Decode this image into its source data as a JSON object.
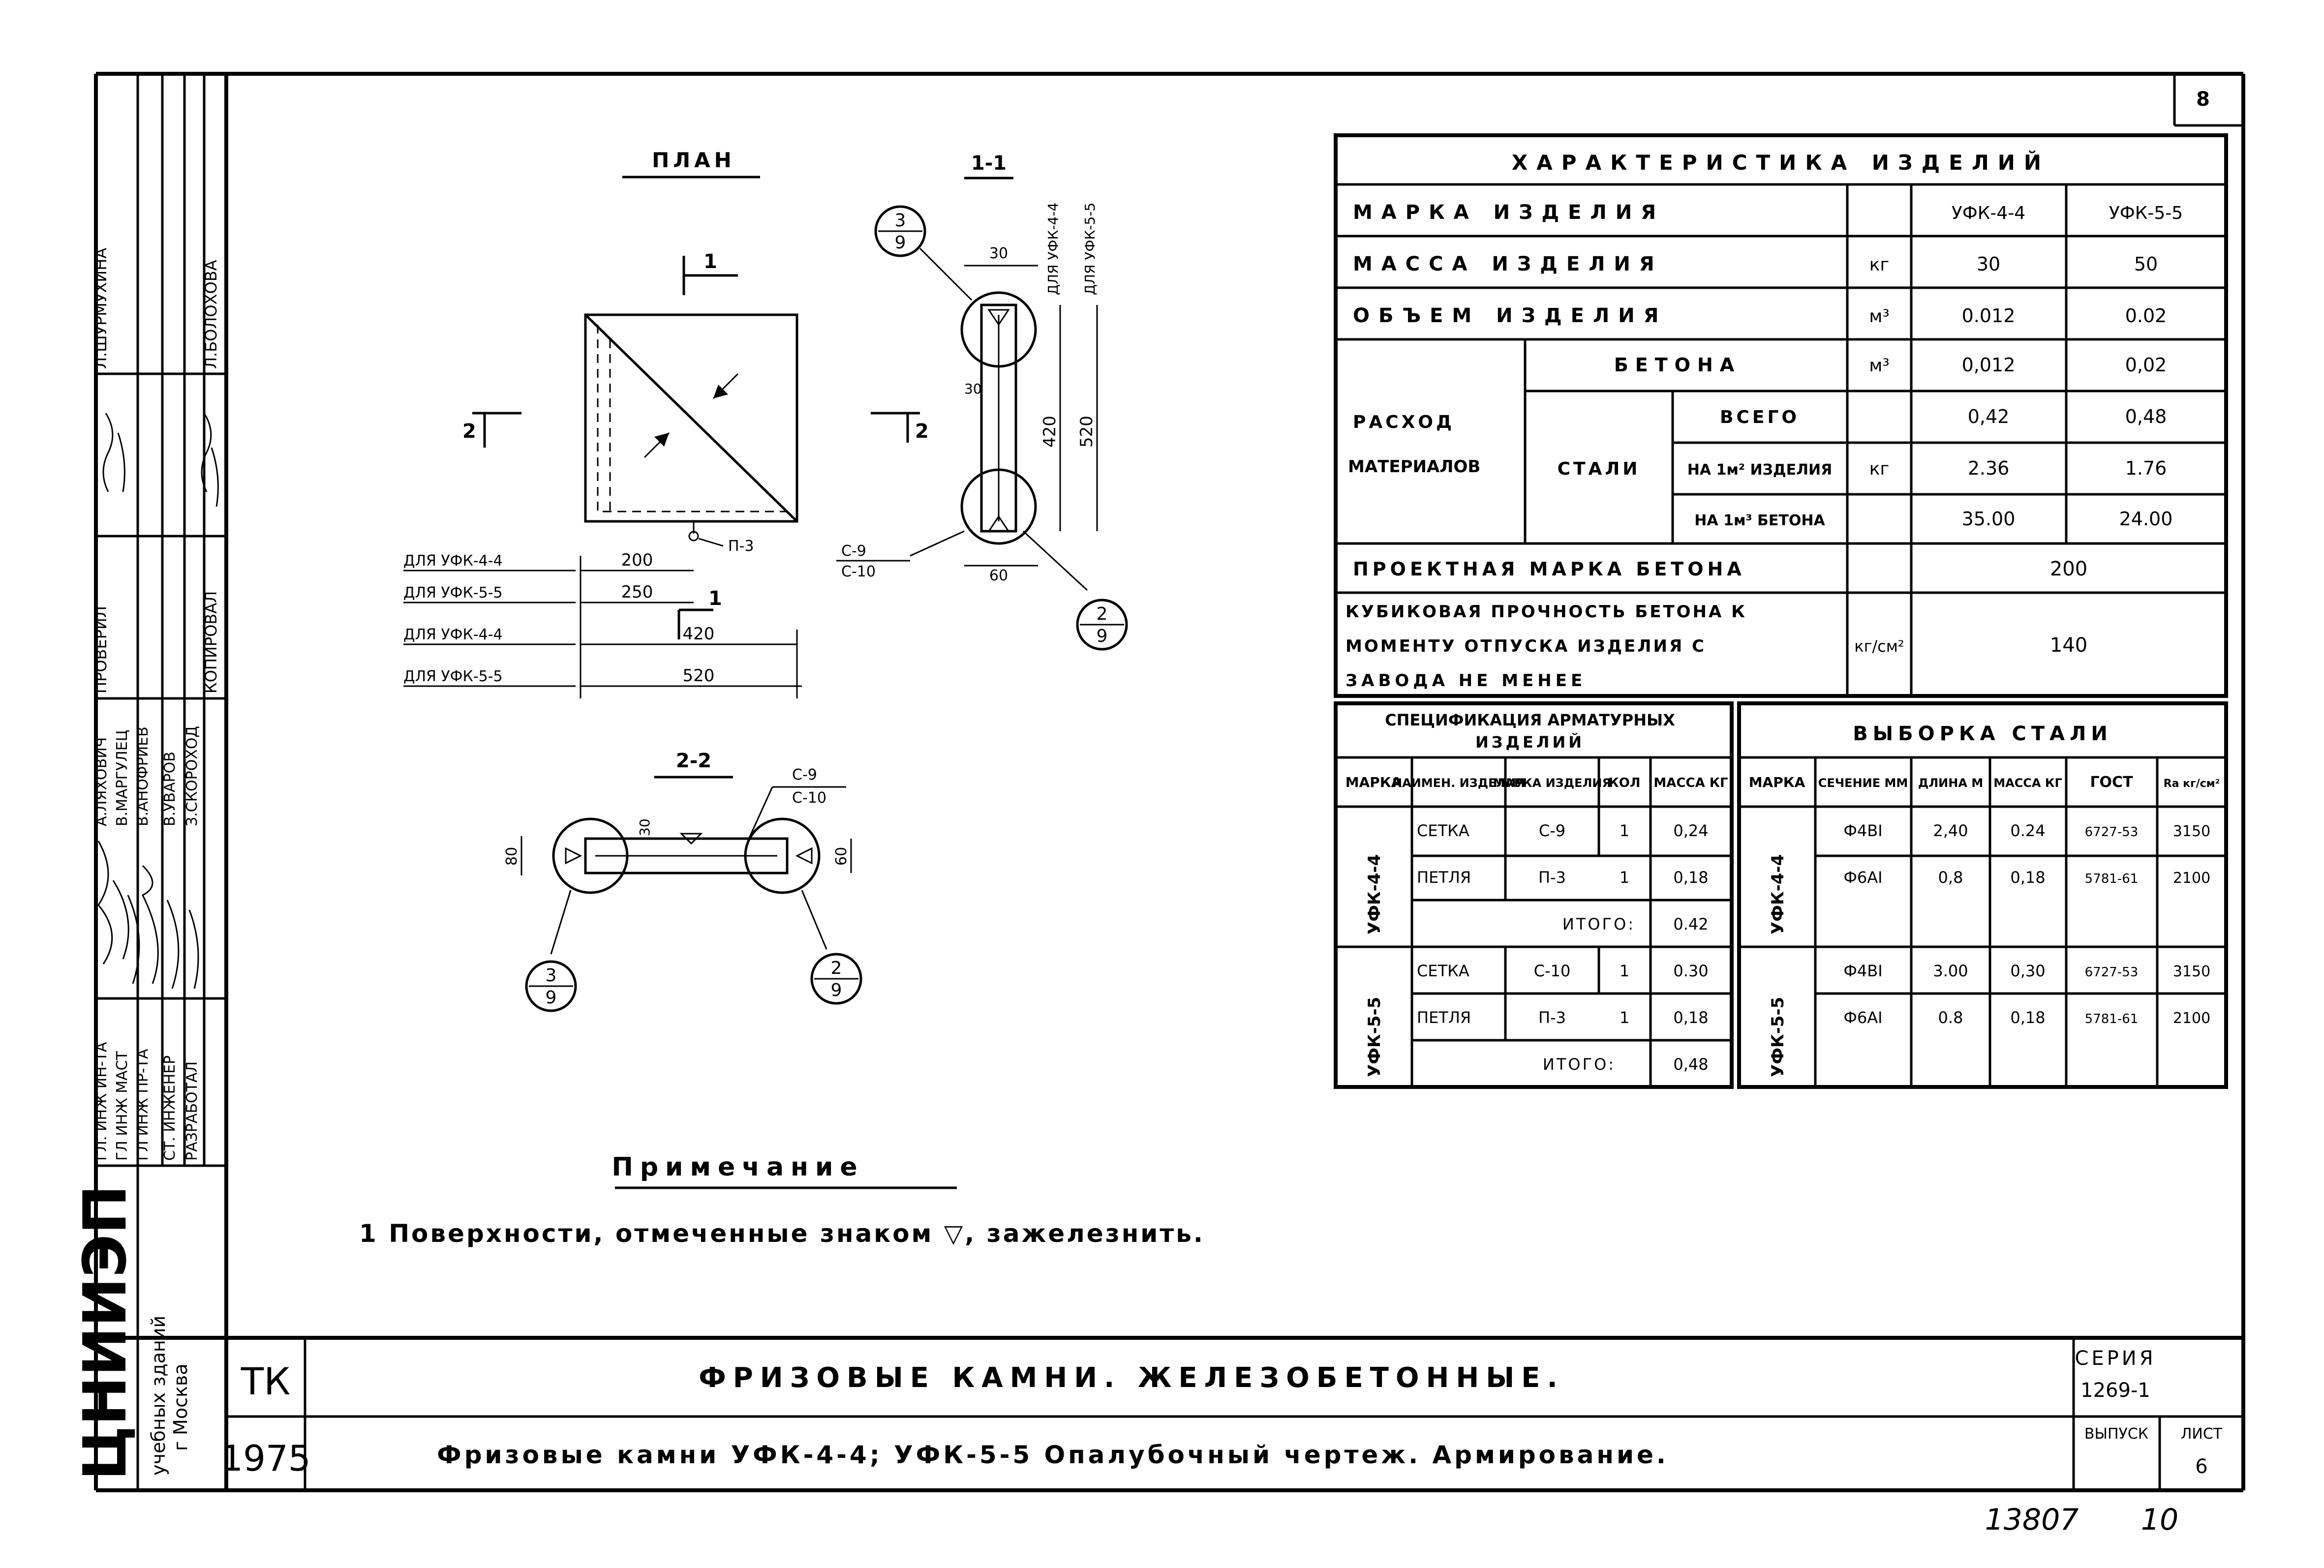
{
  "sheet_number": "8",
  "stamp": {
    "org_line1": "ЦНИИЭП",
    "org_line2": "учебных зданий",
    "org_line3": "г Москва",
    "roles": [
      "ГЛ. ИНЖ ИН-ТА",
      "ГЛ ИНЖ МАСТ",
      "ГЛ ИНЖ ПР-ТА",
      "СТ. ИНЖЕНЕР",
      "РАЗРАБОТАЛ"
    ],
    "names": [
      "А.ЛЯХОВИЧ",
      "В.МАРГУЛЕЦ",
      "В.АНОФРИЕВ",
      "В.УВАРОВ",
      "З.СКОРОХОД"
    ],
    "checked_label": "ПРОВЕРИЛ",
    "checked_name": "Л.ШУРМУХИНА",
    "copied_label": "КОПИРОВАЛ",
    "copied_name": "Л.БОЛОХОВА"
  },
  "drawings": {
    "plan_title": "ПЛАН",
    "section11_title": "1-1",
    "section22_title": "2-2",
    "cut1": "1",
    "cut2": "2",
    "loop_label": "П-3",
    "mesh_label1": "С-9",
    "mesh_label2": "С-10",
    "for_ufk44": "ДЛЯ УФК-4-4",
    "for_ufk55": "ДЛЯ УФК-5-5",
    "dims": {
      "d200": "200",
      "d250": "250",
      "d420": "420",
      "d520": "520",
      "d30": "30",
      "d60": "60",
      "d80": "80"
    },
    "callout_top": "3",
    "callout_bottom": "9",
    "callout2_top": "2",
    "callout2_bottom": "9"
  },
  "char_table": {
    "title": "ХАРАКТЕРИСТИКА ИЗДЕЛИЙ",
    "rows": {
      "mark_label": "МАРКА ИЗДЕЛИЯ",
      "mark_a": "УФК-4-4",
      "mark_b": "УФК-5-5",
      "mass_label": "МАССА ИЗДЕЛИЯ",
      "mass_unit": "кг",
      "mass_a": "30",
      "mass_b": "50",
      "volume_label": "ОБЪЕМ ИЗДЕЛИЯ",
      "volume_unit": "м³",
      "volume_a": "0.012",
      "volume_b": "0.02",
      "consumption_label1": "РАСХОД",
      "consumption_label2": "МАТЕРИАЛОВ",
      "concrete_label": "БЕТОНА",
      "concrete_unit": "м³",
      "concrete_a": "0,012",
      "concrete_b": "0,02",
      "steel_label": "СТАЛИ",
      "steel_total_label": "ВСЕГО",
      "steel_unit": "кг",
      "steel_total_a": "0,42",
      "steel_total_b": "0,48",
      "per_m2_label": "НА 1м² ИЗДЕЛИЯ",
      "per_m2_a": "2.36",
      "per_m2_b": "1.76",
      "per_m3_label": "НА 1м³ БЕТОНА",
      "per_m3_a": "35.00",
      "per_m3_b": "24.00",
      "design_grade_label": "ПРОЕКТНАЯ МАРКА БЕТОНА",
      "design_grade_value": "200",
      "cube_label1": "КУБИКОВАЯ ПРОЧНОСТЬ БЕТОНА К",
      "cube_label2": "МОМЕНТУ ОТПУСКА ИЗДЕЛИЯ С",
      "cube_label3": "ЗАВОДА НЕ МЕНЕЕ",
      "cube_unit": "кг/см²",
      "cube_value": "140"
    }
  },
  "spec_table": {
    "title1": "СПЕЦИФИКАЦИЯ АРМАТУРНЫХ",
    "title2": "ИЗДЕЛИЙ",
    "headers": [
      "МАРКА",
      "НАИМЕН. ИЗДЕЛИЯ",
      "МАРКА ИЗДЕЛИЯ",
      "КОЛ",
      "МАССА КГ"
    ],
    "group_a": "УФК-4-4",
    "group_b": "УФК-5-5",
    "rows_a": [
      {
        "name": "СЕТКА",
        "mark": "С-9",
        "qty": "1",
        "mass": "0,24"
      },
      {
        "name": "ПЕТЛЯ",
        "mark": "П-3",
        "qty": "1",
        "mass": "0,18"
      }
    ],
    "total_a_label": "ИТОГО:",
    "total_a": "0.42",
    "rows_b": [
      {
        "name": "СЕТКА",
        "mark": "С-10",
        "qty": "1",
        "mass": "0.30"
      },
      {
        "name": "ПЕТЛЯ",
        "mark": "П-3",
        "qty": "1",
        "mass": "0,18"
      }
    ],
    "total_b_label": "ИТОГО:",
    "total_b": "0,48"
  },
  "steel_table": {
    "title": "ВЫБОРКА СТАЛИ",
    "headers": [
      "МАРКА",
      "СЕЧЕНИЕ ММ",
      "ДЛИНА М",
      "МАССА КГ",
      "ГОСТ",
      "Ra кг/см²"
    ],
    "group_a": "УФК-4-4",
    "group_b": "УФК-5-5",
    "rows_a": [
      {
        "section": "Ф4ВI",
        "length": "2,40",
        "mass": "0.24",
        "gost": "6727-53",
        "ra": "3150"
      },
      {
        "section": "Ф6АI",
        "length": "0,8",
        "mass": "0,18",
        "gost": "5781-61",
        "ra": "2100"
      }
    ],
    "rows_b": [
      {
        "section": "Ф4ВI",
        "length": "3.00",
        "mass": "0,30",
        "gost": "6727-53",
        "ra": "3150"
      },
      {
        "section": "Ф6АI",
        "length": "0.8",
        "mass": "0,18",
        "gost": "5781-61",
        "ra": "2100"
      }
    ]
  },
  "note": {
    "title": "Примечание",
    "text": "1 Поверхности, отмеченные знаком ▽, зажелезнить."
  },
  "title_block": {
    "tk": "ТК",
    "year": "1975",
    "line1": "ФРИЗОВЫЕ КАМНИ. ЖЕЛЕЗОБЕТОННЫЕ.",
    "line2": "Фризовые камни УФК-4-4; УФК-5-5 Опалубочный чертеж. Армирование.",
    "series_label": "СЕРИЯ",
    "series_value": "1269-1",
    "issue_label": "ВЫПУСК",
    "sheet_label": "ЛИСТ",
    "sheet_value": "6"
  },
  "footer_code": "13807",
  "footer_page": "10"
}
